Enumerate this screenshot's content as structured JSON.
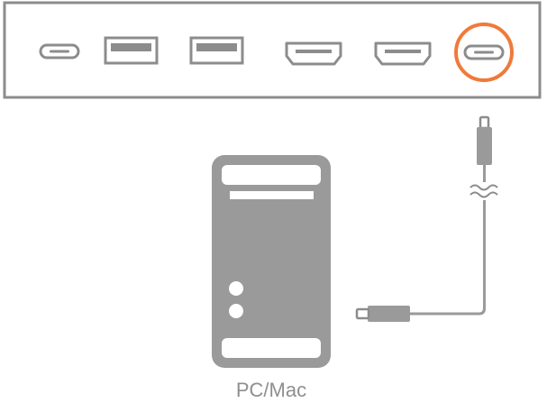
{
  "computer": {
    "label": "PC/Mac"
  },
  "ports": [
    {
      "type": "usb-c",
      "highlighted": false
    },
    {
      "type": "usb-a",
      "highlighted": false
    },
    {
      "type": "usb-a",
      "highlighted": false
    },
    {
      "type": "hdmi",
      "highlighted": false
    },
    {
      "type": "hdmi",
      "highlighted": false
    },
    {
      "type": "usb-c",
      "highlighted": true
    }
  ],
  "colors": {
    "outline": "#8c8c8c",
    "fill": "#9a9a9a",
    "highlight": "#f07a3a"
  }
}
